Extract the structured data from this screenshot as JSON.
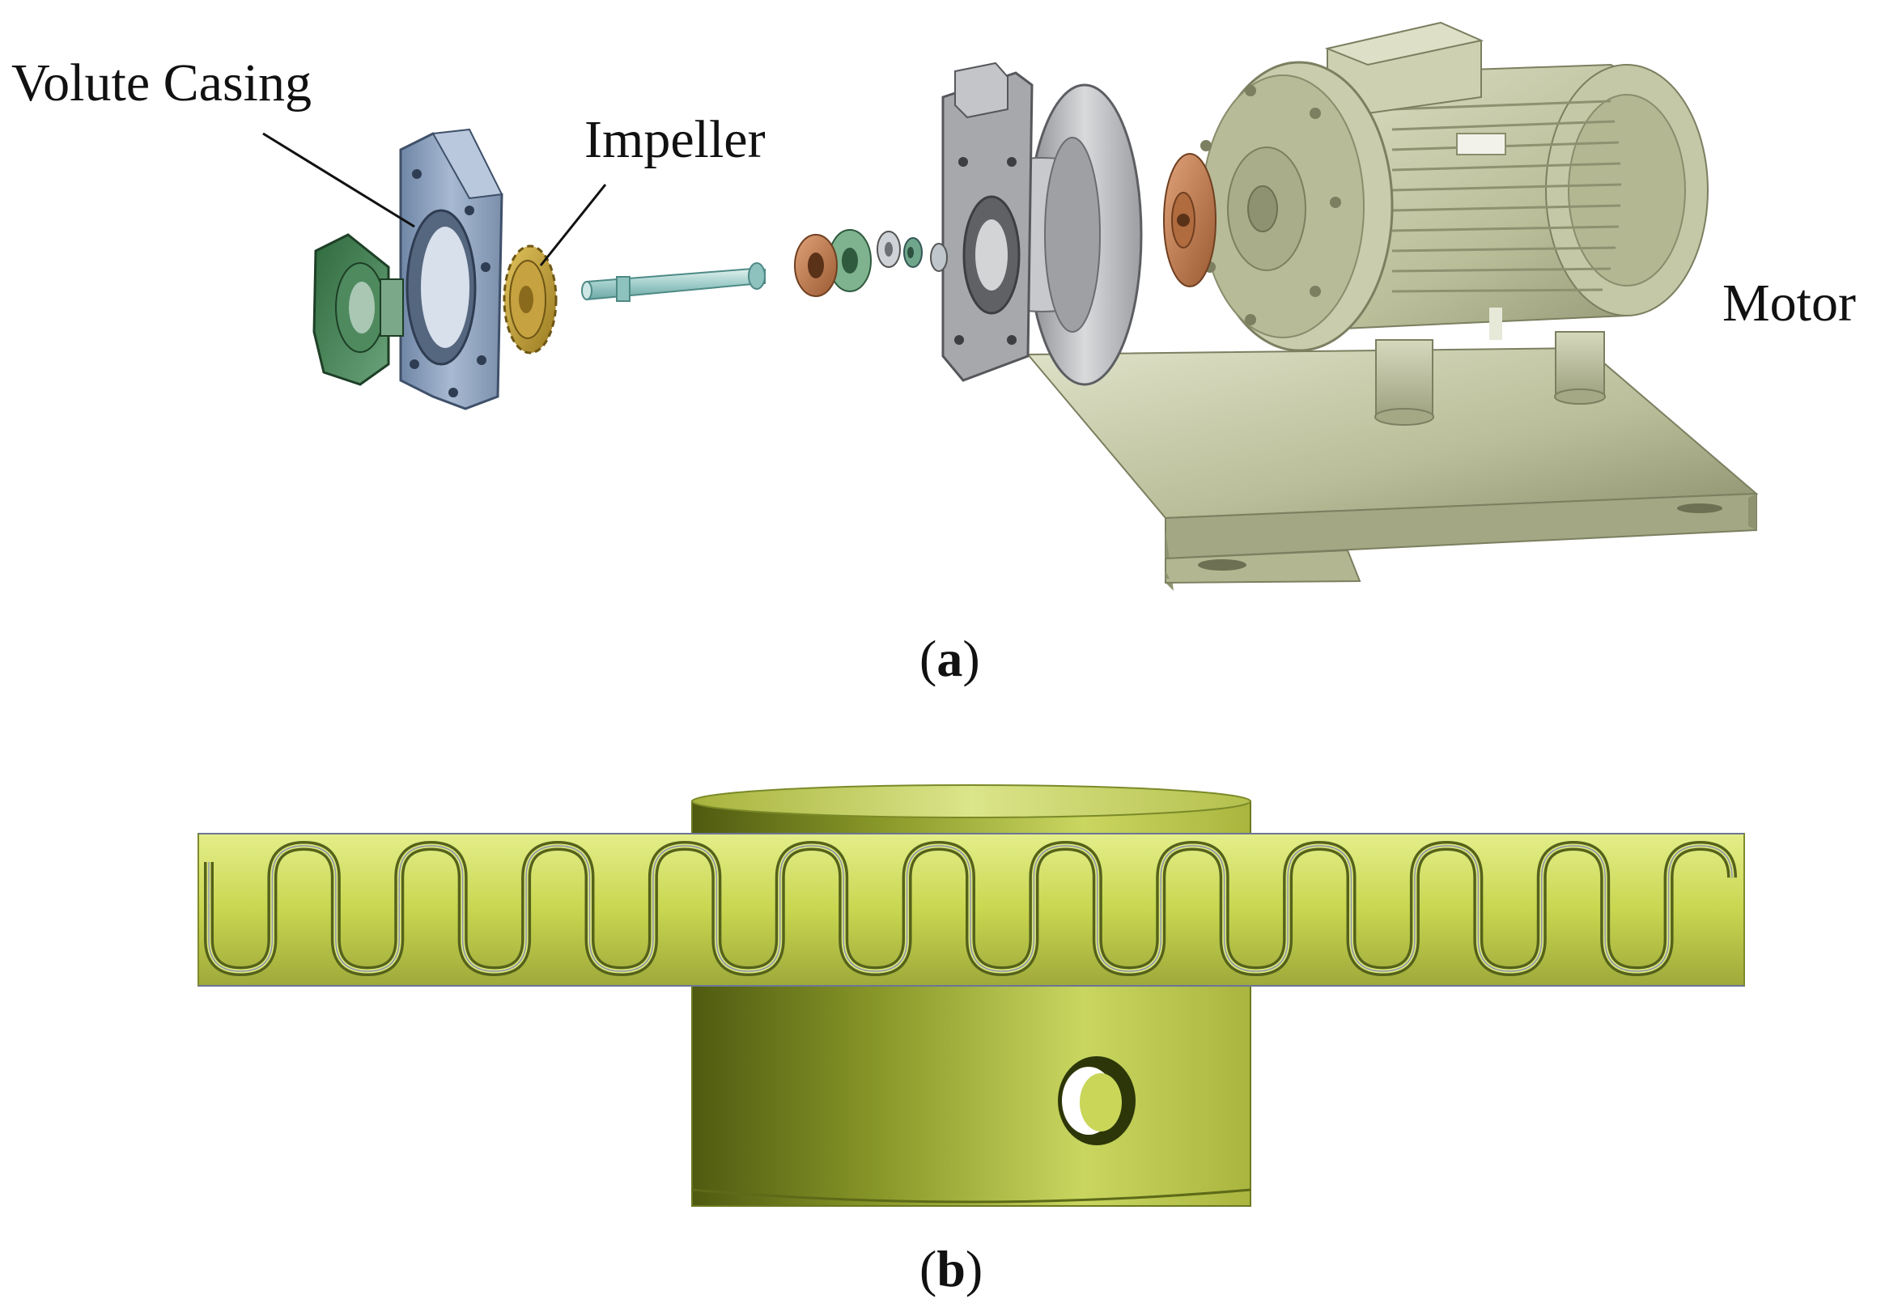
{
  "panel_a": {
    "labels": {
      "volute_casing": "Volute Casing",
      "impeller": "Impeller",
      "motor": "Motor"
    },
    "caption": {
      "open": "(",
      "letter": "a",
      "close": ")"
    }
  },
  "panel_b": {
    "caption": {
      "open": "(",
      "letter": "b",
      "close": ")"
    }
  },
  "colors": {
    "casing_blue": "#8fa4bf",
    "flange_green": "#3f7a4e",
    "impeller_gold": "#c9a640",
    "shaft_teal": "#a9d3d0",
    "bearing_copper": "#c07a4c",
    "bracket_gray": "#b5b7ba",
    "motor_olive": "#c5c9aa",
    "impeller_yellow": "#c8d650",
    "wave_dark": "#6b7a20"
  },
  "icons": [
    "exploded-pump-assembly",
    "serpentine-impeller-model"
  ]
}
